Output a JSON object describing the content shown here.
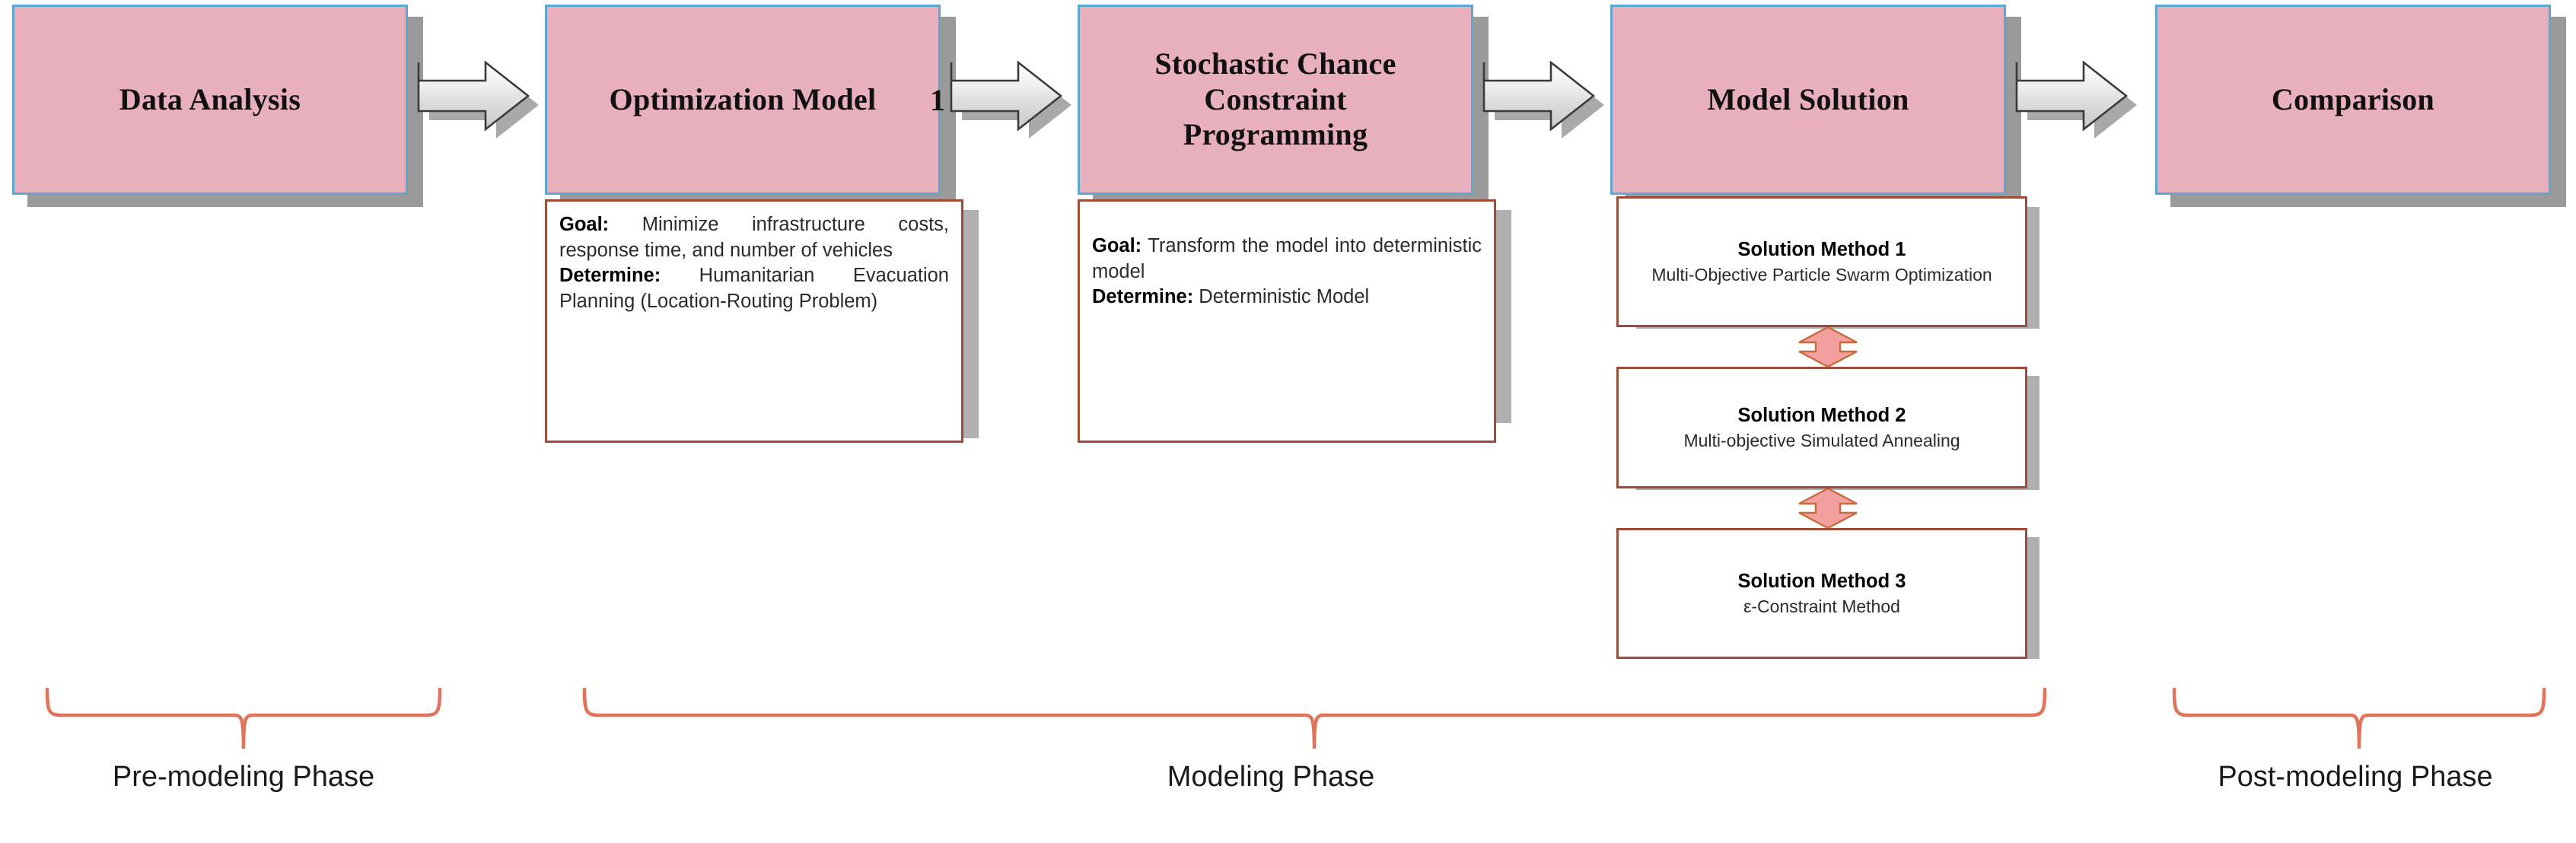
{
  "diagram": {
    "title_visible": false,
    "colors": {
      "stage_fill": "#e8b0bc",
      "stage_border": "#5ba8d0",
      "panel_border": "#9e4b39",
      "connector_fill": "#f5a0a0",
      "connector_stroke": "#c96a3a",
      "brace": "#e0735a",
      "arrow_light": "#f2f2f2",
      "arrow_dark": "#8f8f8f",
      "shadow": "#9a9a9a"
    },
    "stages": [
      {
        "id": "data-analysis",
        "label": "Data Analysis",
        "overflow_text": ""
      },
      {
        "id": "optimization-model",
        "label": "Optimization Model",
        "overflow_text": "1"
      },
      {
        "id": "stochastic-chance-constraint-programming",
        "label": "Stochastic Chance\nConstraint\nProgramming",
        "overflow_text": ""
      },
      {
        "id": "model-solution",
        "label": "Model Solution",
        "overflow_text": ""
      },
      {
        "id": "comparison",
        "label": "Comparison",
        "overflow_text": ""
      }
    ],
    "details": [
      {
        "id": "optimization-model-detail",
        "lines": [
          {
            "label": "Goal:",
            "text": " Minimize infrastructure costs, response time, and number of vehicles"
          },
          {
            "label": "Determine:",
            "text": " Humanitarian Evacuation Planning (Location-Routing Problem)"
          }
        ]
      },
      {
        "id": "stochastic-detail",
        "lines": [
          {
            "label": "Goal:",
            "text": " Transform the model into deterministic model"
          },
          {
            "label": "Determine:",
            "text": " Deterministic Model"
          }
        ]
      }
    ],
    "methods": [
      {
        "id": "solution-method-1",
        "title": "Solution Method 1",
        "subtitle": "Multi-Objective Particle Swarm Optimization"
      },
      {
        "id": "solution-method-2",
        "title": "Solution Method 2",
        "subtitle": "Multi-objective Simulated Annealing"
      },
      {
        "id": "solution-method-3",
        "title": "Solution Method 3",
        "subtitle": "ε-Constraint Method"
      }
    ],
    "flow_arrows": [
      {
        "id": "arrow-1",
        "from": "data-analysis",
        "to": "optimization-model",
        "icon": "right-block-arrow-icon"
      },
      {
        "id": "arrow-2",
        "from": "optimization-model",
        "to": "stochastic-chance-constraint-programming",
        "icon": "right-block-arrow-icon"
      },
      {
        "id": "arrow-3",
        "from": "stochastic-chance-constraint-programming",
        "to": "model-solution",
        "icon": "right-block-arrow-icon"
      },
      {
        "id": "arrow-4",
        "from": "model-solution",
        "to": "comparison",
        "icon": "right-block-arrow-icon"
      }
    ],
    "bidi_connectors": [
      {
        "id": "bidi-1",
        "between": [
          "solution-method-1",
          "solution-method-2"
        ],
        "icon": "up-down-arrow-icon"
      },
      {
        "id": "bidi-2",
        "between": [
          "solution-method-2",
          "solution-method-3"
        ],
        "icon": "up-down-arrow-icon"
      }
    ],
    "phases": [
      {
        "id": "pre-modeling-phase",
        "label": "Pre-modeling Phase"
      },
      {
        "id": "modeling-phase",
        "label": "Modeling Phase"
      },
      {
        "id": "post-modeling-phase",
        "label": "Post-modeling Phase"
      }
    ]
  }
}
